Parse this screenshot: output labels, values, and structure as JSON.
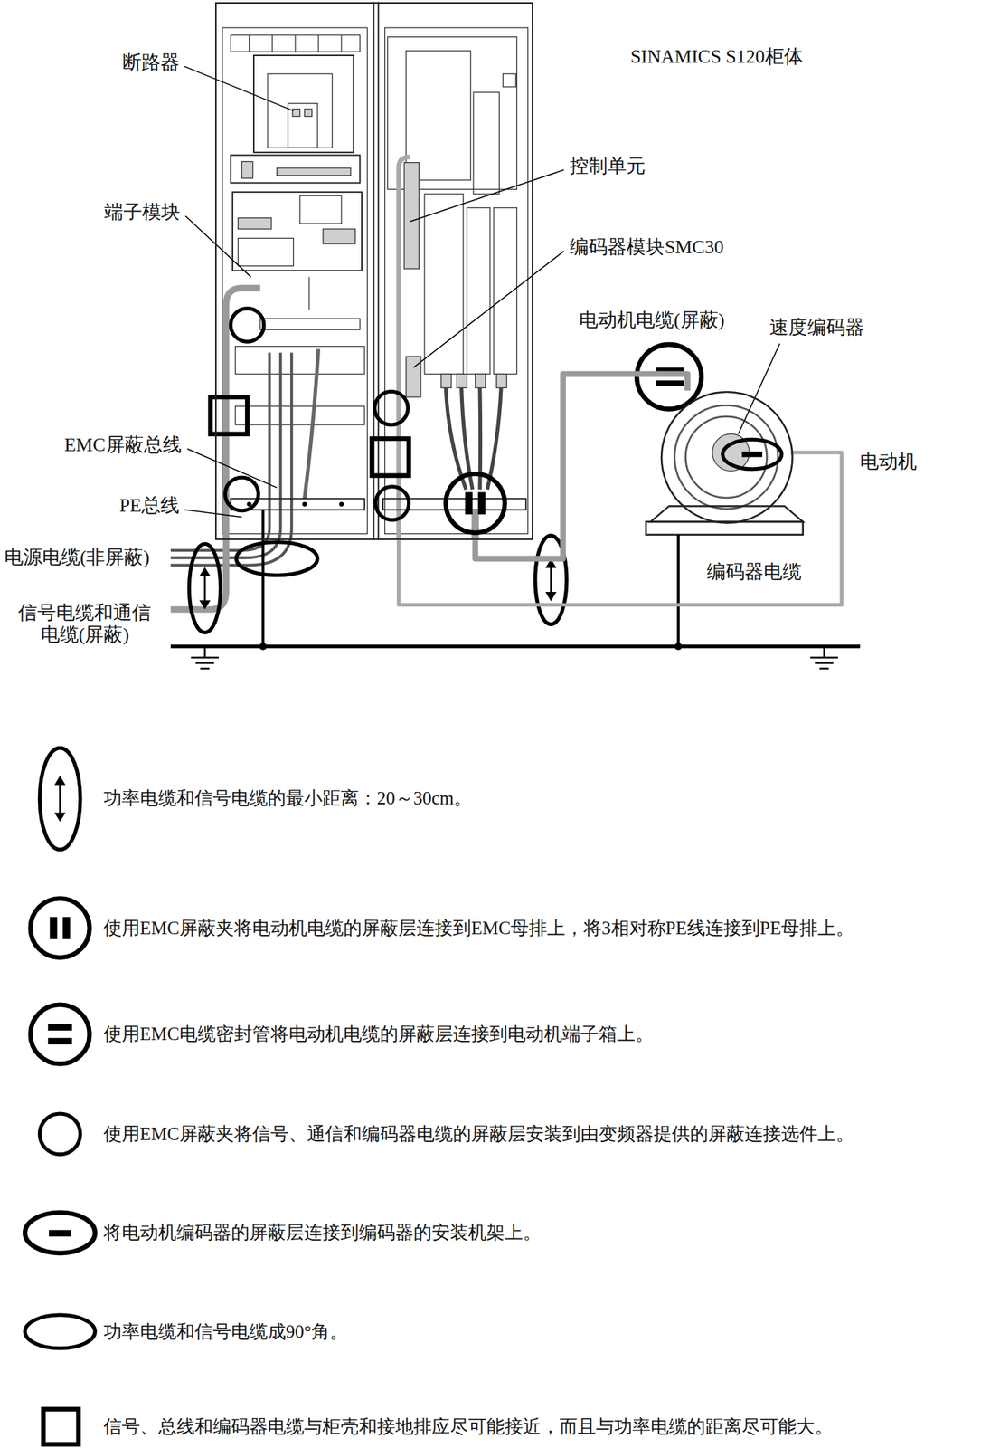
{
  "diagram": {
    "nodes": [
      {
        "text": [
          "SINAMICS S120柜体"
        ]
      },
      {
        "text": [
          "电动机"
        ]
      }
    ],
    "edges": [
      {
        "from": 0,
        "to": 1,
        "arrow": "none",
        "label": "电动机电缆(屏蔽)"
      },
      {
        "from": 0,
        "to": 1,
        "arrow": "none",
        "label": "编码器电缆"
      }
    ],
    "labels": [
      "断路器",
      "控制单元",
      "端子模块",
      "编码器模块SMC30",
      "速度编码器",
      "EMC屏蔽总线",
      "PE总线",
      "电源电缆(非屏蔽)",
      "信号电缆和通信 电缆(屏蔽)"
    ],
    "legend": [
      {
        "text": "功率电缆和信号电缆的最小距离：20～30cm。"
      },
      {
        "text": "使用EMC屏蔽夹将电动机电缆的屏蔽层连接到EMC母排上，将3相对称PE线连接到PE母排上。"
      },
      {
        "text": "使用EMC电缆密封管将电动机电缆的屏蔽层连接到电动机端子箱上。"
      },
      {
        "text": "使用EMC屏蔽夹将信号、通信和编码器电缆的屏蔽层安装到由变频器提供的屏蔽连接选件上。"
      },
      {
        "text": "将电动机编码器的屏蔽层连接到编码器的安装机架上。"
      },
      {
        "text": "功率电缆和信号电缆成90°角。"
      },
      {
        "text": "信号、总线和编码器电缆与柜壳和接地排应尽可能接近，而且与功率电缆的距离尽可能大。"
      }
    ]
  }
}
